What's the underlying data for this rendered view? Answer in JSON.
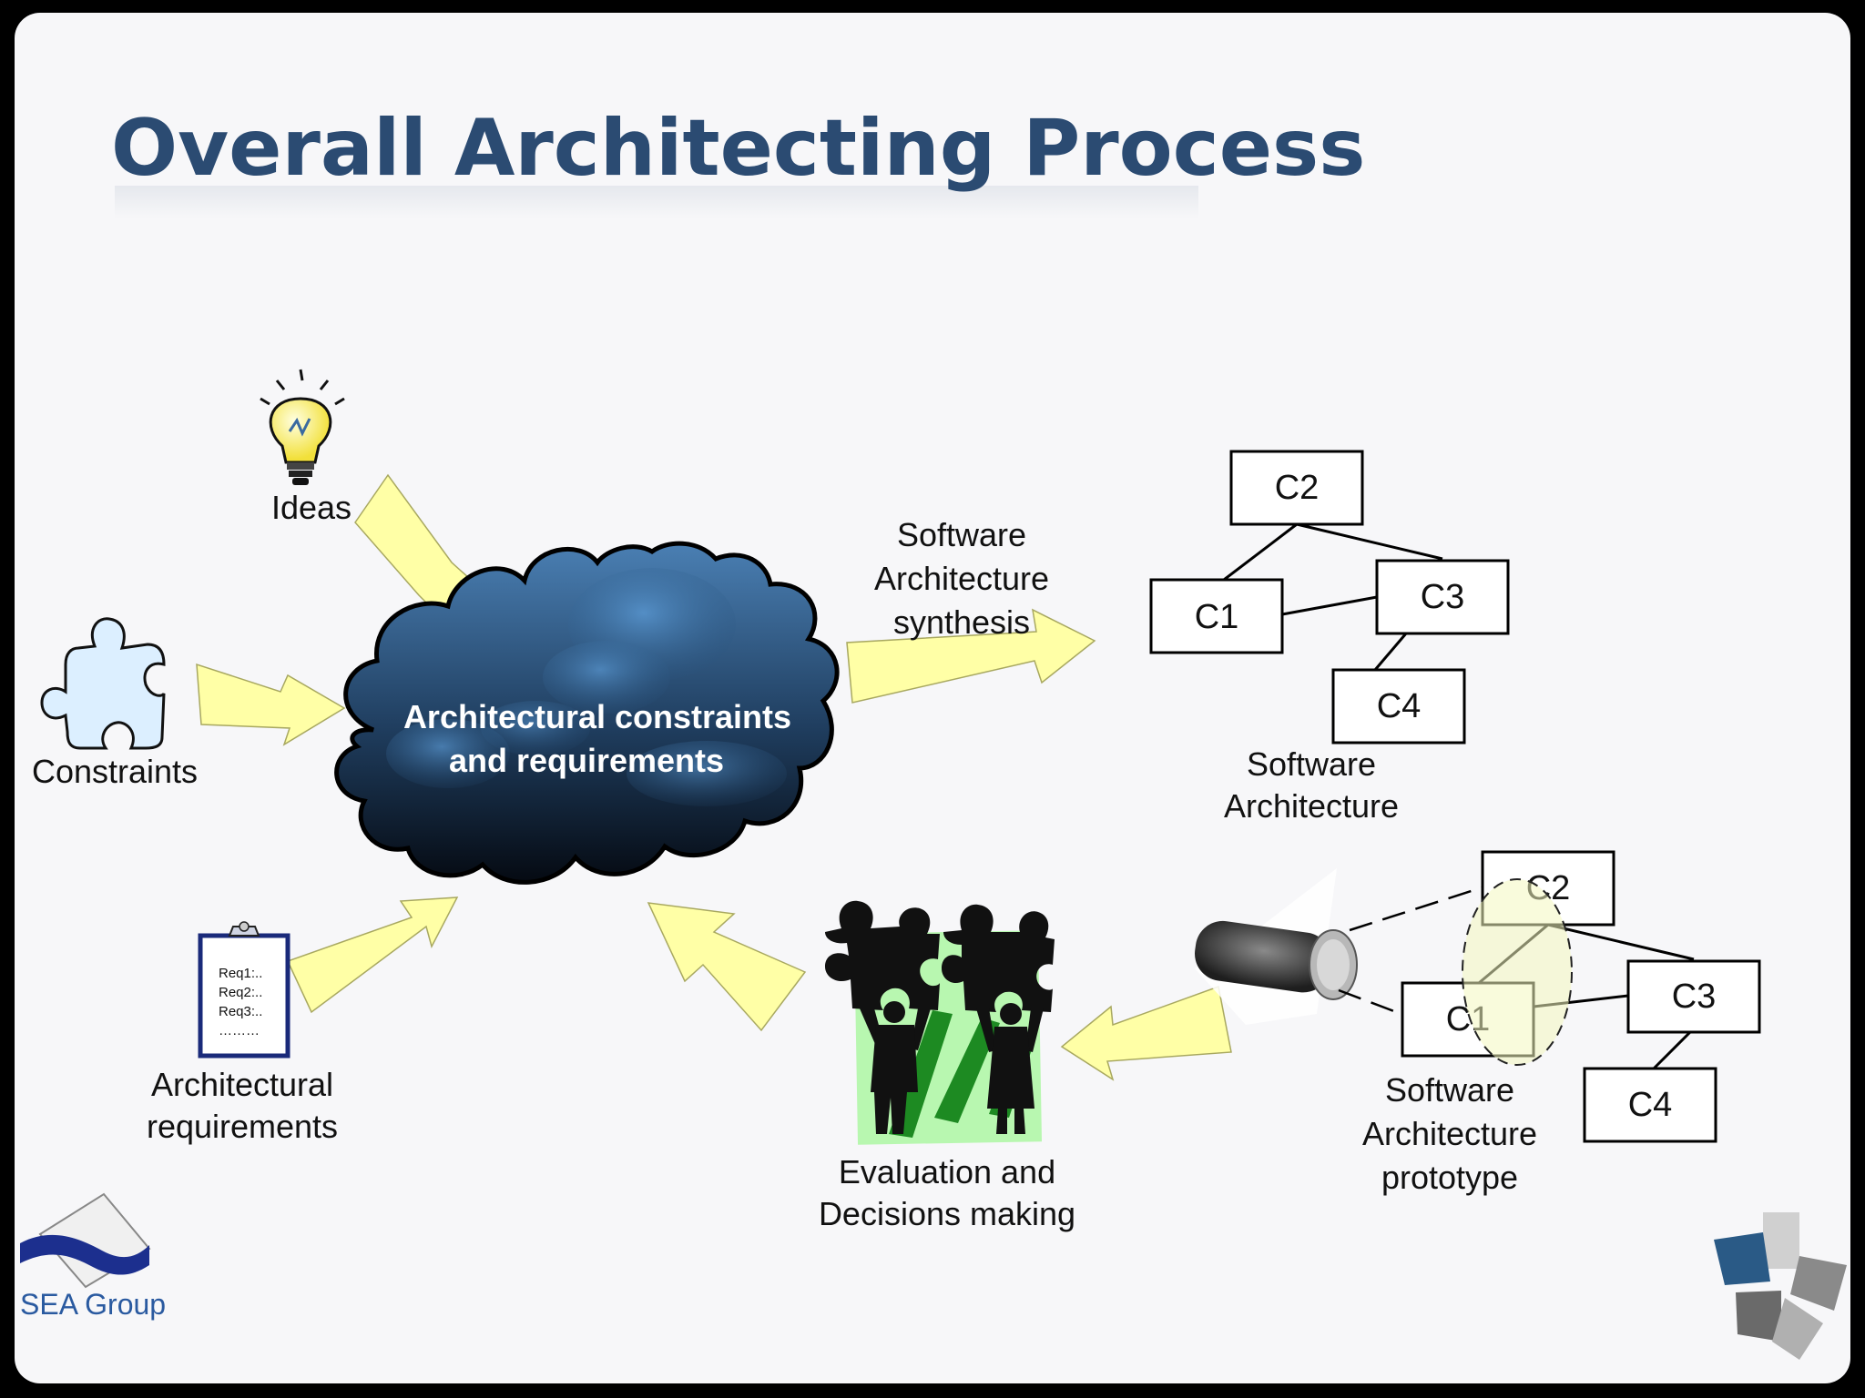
{
  "slide": {
    "title": "Overall Architecting Process"
  },
  "inputs": {
    "ideas": "Ideas",
    "constraints": "Constraints",
    "requirements_line1": "Architectural",
    "requirements_line2": "requirements",
    "clipboard_lines": [
      "Req1:..",
      "Req2:..",
      "Req3:..",
      "………"
    ]
  },
  "cloud": {
    "line1": "Architectural constraints",
    "line2": "and requirements"
  },
  "synthesis": {
    "line1": "Software",
    "line2": "Architecture",
    "line3": "synthesis"
  },
  "architecture": {
    "components": [
      "C2",
      "C1",
      "C3",
      "C4"
    ],
    "caption_line1": "Software",
    "caption_line2": "Architecture"
  },
  "prototype": {
    "components": [
      "C2",
      "C1",
      "C3",
      "C4"
    ],
    "caption_line1": "Software",
    "caption_line2": "Architecture",
    "caption_line3": "prototype"
  },
  "evaluation": {
    "line1": "Evaluation and",
    "line2": "Decisions making"
  },
  "branding": {
    "group_name": "SEA Group"
  },
  "colors": {
    "title": "#2b4b72",
    "arrow_fill": "#ffffa6",
    "cloud_dark": "#0d1a2b",
    "cloud_light": "#4a86c0",
    "puzzle_fill": "#dcefff",
    "highlight_green": "#b8f7b0"
  }
}
